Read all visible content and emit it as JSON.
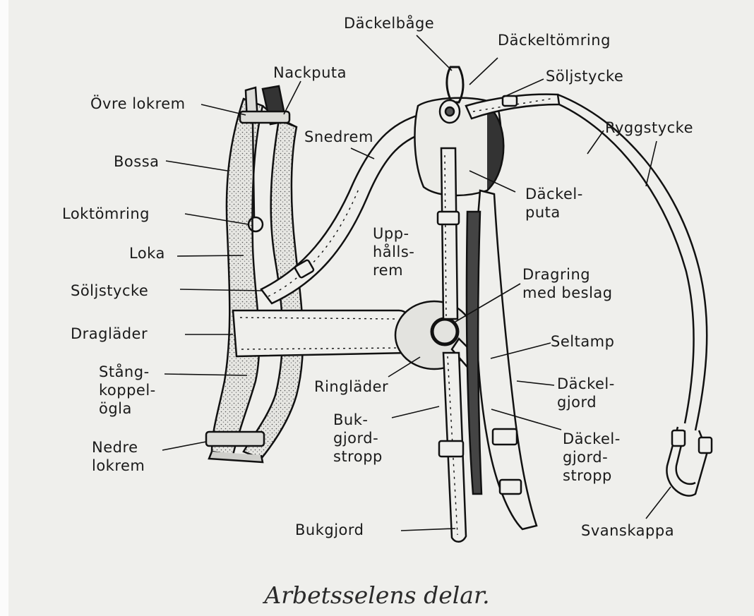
{
  "caption": "Arbetsselens delar.",
  "labels": {
    "dackelbage": "Däckelbåge",
    "dackeltomring": "Däckeltömring",
    "nackputa": "Nackputa",
    "soljstycke_top": "Söljstycke",
    "ovre_lokrem": "Övre lokrem",
    "ryggstycke": "Ryggstycke",
    "snedrem": "Snedrem",
    "bossa": "Bossa",
    "dackelputa": "Däckel-\nputa",
    "loktomring": "Loktömring",
    "upphallsrem": "Upp-\nhålls-\nrem",
    "loka": "Loka",
    "dragring": "Dragring\nmed beslag",
    "soljstycke_left": "Söljstycke",
    "draglader": "Dragläder",
    "seltamp": "Seltamp",
    "stangkoppel": "Stång-\nkoppel-\nögla",
    "ringlader": "Ringläder",
    "dackelgjord": "Däckel-\ngjord",
    "bukgjordstropp": "Buk-\ngjord-\nstropp",
    "dackelgjordstropp": "Däckel-\ngjord-\nstropp",
    "nedre_lokrem": "Nedre\nlokrem",
    "bukgjord": "Bukgjord",
    "svanskappa": "Svanskappa"
  }
}
